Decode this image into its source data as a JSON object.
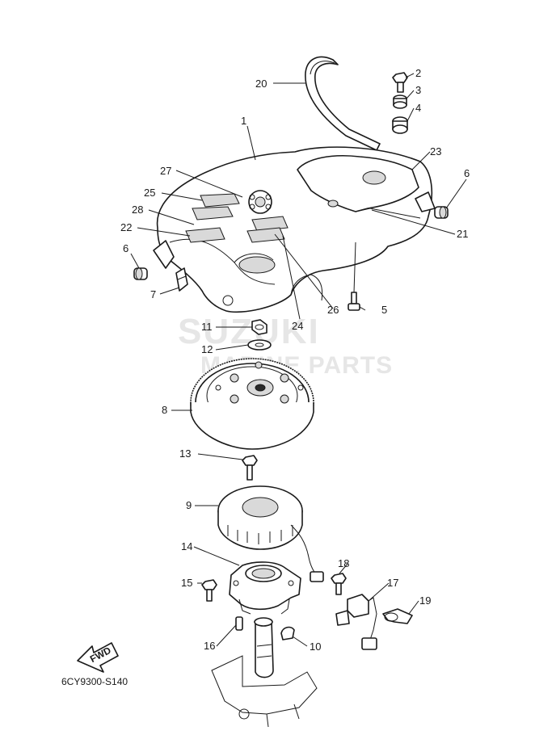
{
  "diagram_code": "6CY9300-S140",
  "fwd_label": "FWD",
  "watermark": {
    "brand": "SUZUKI",
    "subtitle": "MARINE PARTS"
  },
  "callouts": {
    "c1": "1",
    "c2": "2",
    "c3": "3",
    "c4": "4",
    "c5": "5",
    "c6a": "6",
    "c6b": "6",
    "c7": "7",
    "c8": "8",
    "c9": "9",
    "c10": "10",
    "c11": "11",
    "c12": "12",
    "c13": "13",
    "c14": "14",
    "c15": "15",
    "c16": "16",
    "c17": "17",
    "c18": "18",
    "c19": "19",
    "c20": "20",
    "c21": "21",
    "c22": "22",
    "c23": "23",
    "c24": "24",
    "c25": "25",
    "c26": "26",
    "c27": "27",
    "c28": "28"
  }
}
